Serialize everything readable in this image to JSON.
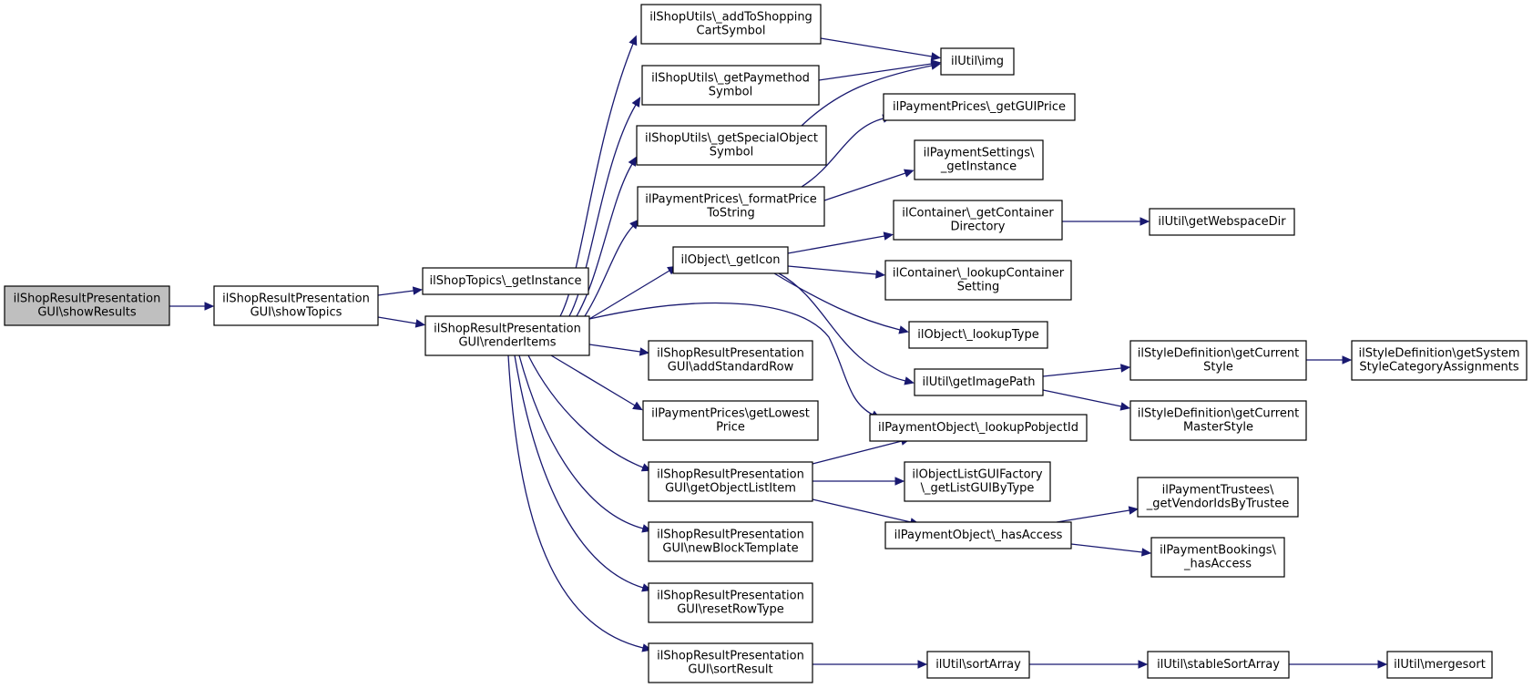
{
  "diagram": {
    "type": "call-graph",
    "colors": {
      "edge": "#191970",
      "root_fill": "#bfbfbf",
      "node_fill": "#ffffff",
      "node_border": "#000000"
    },
    "nodes": [
      {
        "id": "n0",
        "lines": [
          "ilShopResultPresentation",
          "GUI\\showResults"
        ],
        "root": true
      },
      {
        "id": "n1",
        "lines": [
          "ilShopResultPresentation",
          "GUI\\showTopics"
        ]
      },
      {
        "id": "n2",
        "lines": [
          "ilShopTopics\\_getInstance"
        ]
      },
      {
        "id": "n3",
        "lines": [
          "ilShopResultPresentation",
          "GUI\\renderItems"
        ]
      },
      {
        "id": "n4",
        "lines": [
          "ilShopUtils\\_addToShopping",
          "CartSymbol"
        ]
      },
      {
        "id": "n5",
        "lines": [
          "ilShopUtils\\_getPaymethod",
          "Symbol"
        ]
      },
      {
        "id": "n6",
        "lines": [
          "ilShopUtils\\_getSpecialObject",
          "Symbol"
        ]
      },
      {
        "id": "n7",
        "lines": [
          "ilPaymentPrices\\_formatPrice",
          "ToString"
        ]
      },
      {
        "id": "n8",
        "lines": [
          "ilObject\\_getIcon"
        ]
      },
      {
        "id": "n9",
        "lines": [
          "ilShopResultPresentation",
          "GUI\\addStandardRow"
        ]
      },
      {
        "id": "n10",
        "lines": [
          "ilPaymentPrices\\getLowest",
          "Price"
        ]
      },
      {
        "id": "n11",
        "lines": [
          "ilShopResultPresentation",
          "GUI\\getObjectListItem"
        ]
      },
      {
        "id": "n12",
        "lines": [
          "ilShopResultPresentation",
          "GUI\\newBlockTemplate"
        ]
      },
      {
        "id": "n13",
        "lines": [
          "ilShopResultPresentation",
          "GUI\\resetRowType"
        ]
      },
      {
        "id": "n14",
        "lines": [
          "ilShopResultPresentation",
          "GUI\\sortResult"
        ]
      },
      {
        "id": "n15",
        "lines": [
          "ilUtil\\img"
        ]
      },
      {
        "id": "n16",
        "lines": [
          "ilPaymentPrices\\_getGUIPrice"
        ]
      },
      {
        "id": "n17",
        "lines": [
          "ilPaymentSettings\\",
          "_getInstance"
        ]
      },
      {
        "id": "n18",
        "lines": [
          "ilContainer\\_getContainer",
          "Directory"
        ]
      },
      {
        "id": "n19",
        "lines": [
          "ilContainer\\_lookupContainer",
          "Setting"
        ]
      },
      {
        "id": "n20",
        "lines": [
          "ilObject\\_lookupType"
        ]
      },
      {
        "id": "n21",
        "lines": [
          "ilUtil\\getImagePath"
        ]
      },
      {
        "id": "n22",
        "lines": [
          "ilPaymentObject\\_lookupPobjectId"
        ]
      },
      {
        "id": "n23",
        "lines": [
          "ilObjectListGUIFactory",
          "\\_getListGUIByType"
        ]
      },
      {
        "id": "n24",
        "lines": [
          "ilPaymentObject\\_hasAccess"
        ]
      },
      {
        "id": "n25",
        "lines": [
          "ilUtil\\sortArray"
        ]
      },
      {
        "id": "n26",
        "lines": [
          "ilUtil\\getWebspaceDir"
        ]
      },
      {
        "id": "n27",
        "lines": [
          "ilStyleDefinition\\getCurrent",
          "Style"
        ]
      },
      {
        "id": "n28",
        "lines": [
          "ilStyleDefinition\\getCurrent",
          "MasterStyle"
        ]
      },
      {
        "id": "n29",
        "lines": [
          "ilPaymentTrustees\\",
          "_getVendorIdsByTrustee"
        ]
      },
      {
        "id": "n30",
        "lines": [
          "ilPaymentBookings\\",
          "_hasAccess"
        ]
      },
      {
        "id": "n31",
        "lines": [
          "ilUtil\\stableSortArray"
        ]
      },
      {
        "id": "n32",
        "lines": [
          "ilStyleDefinition\\getSystem",
          "StyleCategoryAssignments"
        ]
      },
      {
        "id": "n33",
        "lines": [
          "ilUtil\\mergesort"
        ]
      }
    ],
    "edges": [
      [
        "n0",
        "n1"
      ],
      [
        "n1",
        "n2"
      ],
      [
        "n1",
        "n3"
      ],
      [
        "n3",
        "n4"
      ],
      [
        "n3",
        "n5"
      ],
      [
        "n3",
        "n6"
      ],
      [
        "n3",
        "n7"
      ],
      [
        "n3",
        "n8"
      ],
      [
        "n3",
        "n9"
      ],
      [
        "n3",
        "n10"
      ],
      [
        "n3",
        "n11"
      ],
      [
        "n3",
        "n12"
      ],
      [
        "n3",
        "n13"
      ],
      [
        "n3",
        "n14"
      ],
      [
        "n3",
        "n22"
      ],
      [
        "n4",
        "n15"
      ],
      [
        "n5",
        "n15"
      ],
      [
        "n6",
        "n15"
      ],
      [
        "n7",
        "n16"
      ],
      [
        "n7",
        "n17"
      ],
      [
        "n8",
        "n18"
      ],
      [
        "n8",
        "n19"
      ],
      [
        "n8",
        "n20"
      ],
      [
        "n8",
        "n21"
      ],
      [
        "n18",
        "n26"
      ],
      [
        "n21",
        "n27"
      ],
      [
        "n21",
        "n28"
      ],
      [
        "n27",
        "n32"
      ],
      [
        "n11",
        "n22"
      ],
      [
        "n11",
        "n23"
      ],
      [
        "n11",
        "n24"
      ],
      [
        "n24",
        "n29"
      ],
      [
        "n24",
        "n30"
      ],
      [
        "n14",
        "n25"
      ],
      [
        "n25",
        "n31"
      ],
      [
        "n31",
        "n33"
      ]
    ]
  }
}
